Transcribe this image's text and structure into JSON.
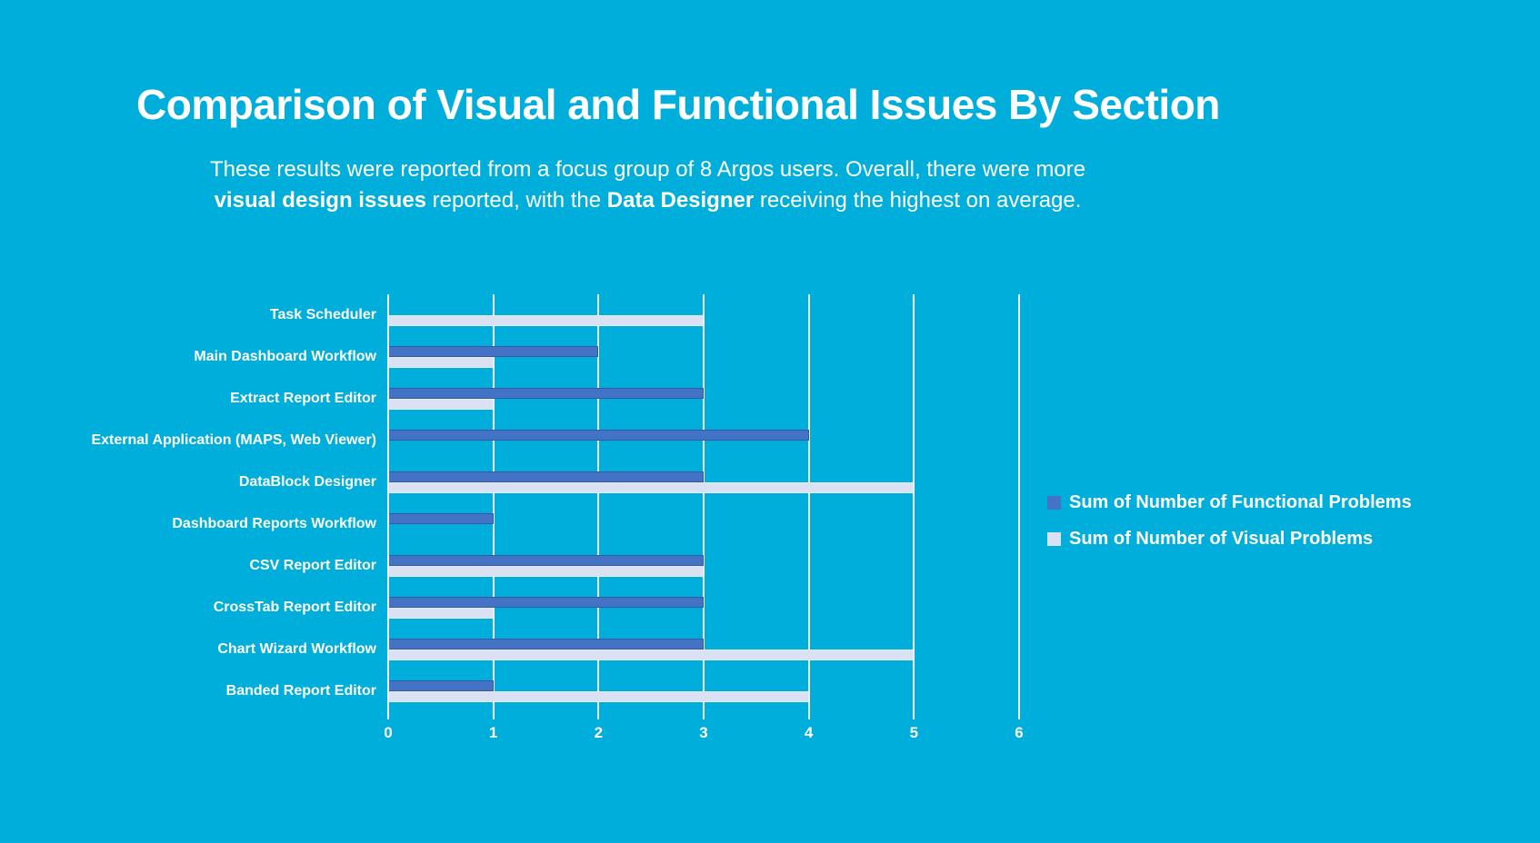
{
  "page": {
    "background_color": "#00AEDB",
    "text_color": "#FFFFFF",
    "gridline_color": "#EFF4FA"
  },
  "title": "Comparison of Visual and Functional Issues By Section",
  "subtitle": {
    "line1": "These results were reported from a focus group of 8 Argos users. Overall, there were more",
    "line2_parts": [
      {
        "text": "visual design issues",
        "bold": true
      },
      {
        "text": " reported, with the ",
        "bold": false
      },
      {
        "text": "Data Designer",
        "bold": true
      },
      {
        "text": " receiving the highest on average.",
        "bold": false
      }
    ]
  },
  "chart_data": {
    "type": "bar",
    "orientation": "horizontal",
    "title": "Comparison of Visual and Functional Issues By Section",
    "categories": [
      "Task Scheduler",
      "Main Dashboard Workflow",
      "Extract Report Editor",
      "External Application (MAPS, Web Viewer)",
      "DataBlock Designer",
      "Dashboard Reports Workflow",
      "CSV Report Editor",
      "CrossTab Report Editor",
      "Chart Wizard Workflow",
      "Banded Report Editor"
    ],
    "series": [
      {
        "name": "Sum of Number of Functional Problems",
        "color": "#4472C4",
        "values": [
          0,
          2,
          3,
          4,
          3,
          1,
          3,
          3,
          3,
          1
        ]
      },
      {
        "name": "Sum of Number of Visual Problems",
        "color": "#D9E1F2",
        "values": [
          3,
          1,
          1,
          0,
          5,
          0,
          3,
          1,
          5,
          4
        ]
      }
    ],
    "x_axis": {
      "min": 0,
      "max": 6,
      "ticks": [
        0,
        1,
        2,
        3,
        4,
        5,
        6
      ]
    },
    "grid": true,
    "legend_position": "right"
  }
}
